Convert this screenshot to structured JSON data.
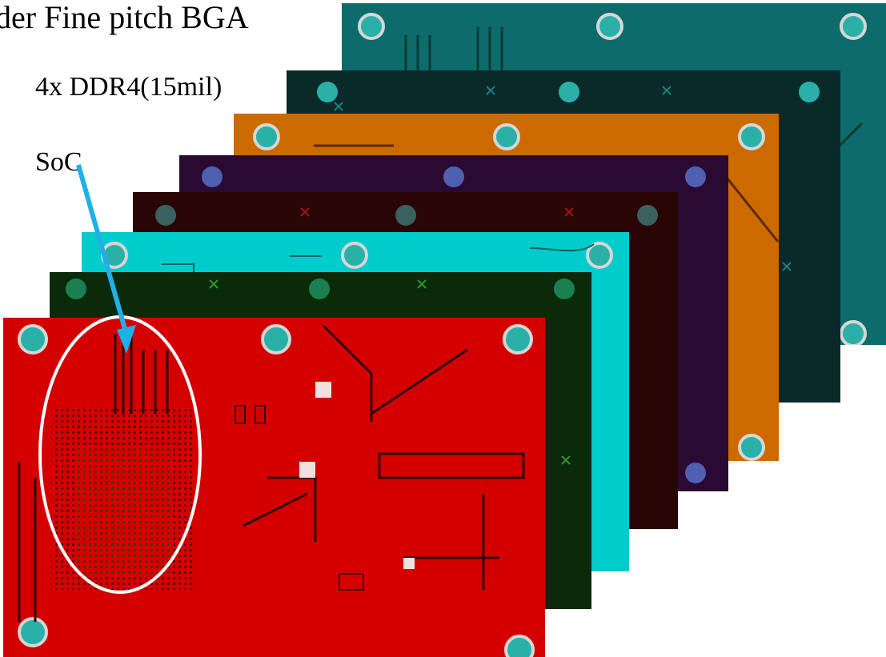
{
  "labels": {
    "title": "der Fine pitch BGA",
    "ddr": "4x DDR4(15mil)",
    "soc": "SoC"
  },
  "layers": [
    {
      "name": "layer-teal",
      "color": "#0d6b6b"
    },
    {
      "name": "layer-dark-teal",
      "color": "#0a2a2a"
    },
    {
      "name": "layer-orange",
      "color": "#cc6a00"
    },
    {
      "name": "layer-purple",
      "color": "#2a0a33"
    },
    {
      "name": "layer-maroon",
      "color": "#2a0505"
    },
    {
      "name": "layer-cyan",
      "color": "#00cccc"
    },
    {
      "name": "layer-dark-green",
      "color": "#0a2a0a"
    },
    {
      "name": "layer-red",
      "color": "#d40000"
    }
  ],
  "colors": {
    "arrow": "#1fb0e8",
    "ellipse": "#ffffff",
    "trace": "#1a0000"
  }
}
